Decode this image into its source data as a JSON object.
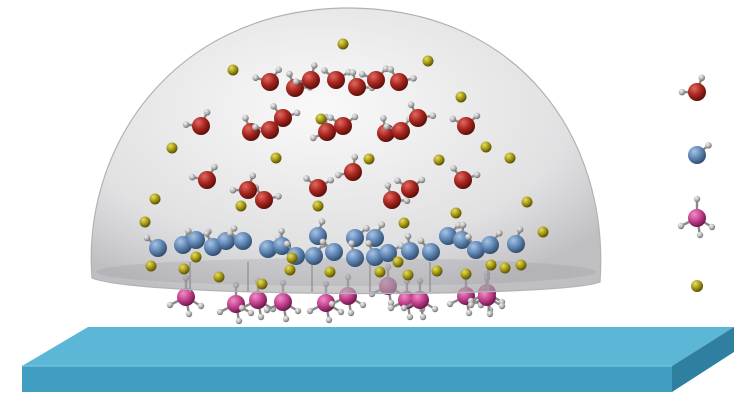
{
  "figure": {
    "components": [
      "substrate-slab",
      "droplet-dome",
      "water-molecules",
      "blue-species-layer",
      "pink-tetrahedral-layer",
      "yellow-ions"
    ],
    "colors": {
      "background": "#ffffff",
      "slab_top": "#5cb6d6",
      "slab_front": "#3f9ec2",
      "slab_side": "#2f7fa0",
      "dome_fill": "#cfcfd1",
      "dome_edge": "#a9a9ad",
      "water_oxygen": "#a8251f",
      "blue_species": "#5f86b6",
      "pink_species": "#c4408f",
      "yellow_ion": "#a59a12",
      "hydrogen": "#bdbdbd",
      "bond": "#8a8a8a"
    }
  },
  "legend": {
    "items": [
      {
        "icon": "water-molecule-icon",
        "color": "#a8251f"
      },
      {
        "icon": "blue-species-icon",
        "color": "#5f86b6"
      },
      {
        "icon": "pink-tetrahedral-icon",
        "color": "#c4408f"
      },
      {
        "icon": "yellow-ion-icon",
        "color": "#a59a12"
      }
    ]
  }
}
